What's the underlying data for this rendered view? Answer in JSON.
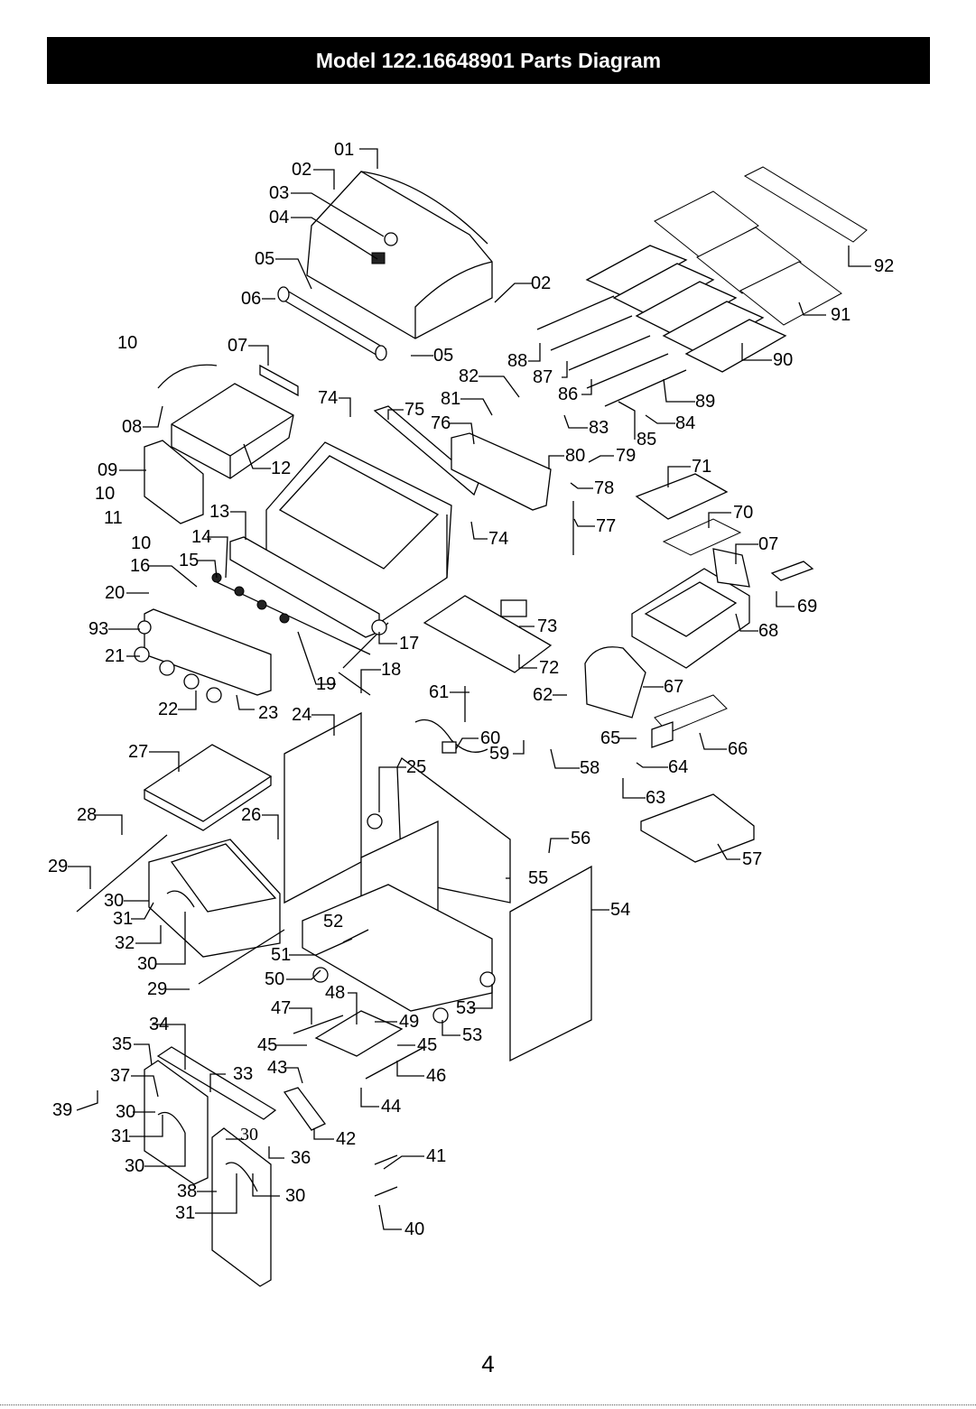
{
  "header": {
    "title": "Model 122.16648901 Parts Diagram"
  },
  "page_number": "4",
  "labels": [
    "01",
    "02",
    "03",
    "04",
    "05",
    "06",
    "02",
    "05",
    "07",
    "08",
    "09",
    "10",
    "10",
    "10",
    "11",
    "12",
    "13",
    "14",
    "15",
    "16",
    "17",
    "18",
    "19",
    "20",
    "93",
    "21",
    "22",
    "23",
    "24",
    "25",
    "26",
    "27",
    "28",
    "29",
    "29",
    "30",
    "31",
    "32",
    "30",
    "33",
    "34",
    "35",
    "36",
    "37",
    "30",
    "31",
    "30",
    "38",
    "31",
    "30",
    "39",
    "40",
    "41",
    "42",
    "43",
    "44",
    "45",
    "45",
    "46",
    "47",
    "48",
    "49",
    "50",
    "51",
    "52",
    "53",
    "53",
    "54",
    "55",
    "56",
    "57",
    "58",
    "59",
    "60",
    "61",
    "62",
    "63",
    "64",
    "65",
    "66",
    "67",
    "68",
    "69",
    "70",
    "71",
    "07",
    "72",
    "73",
    "74",
    "74",
    "75",
    "76",
    "77",
    "78",
    "79",
    "80",
    "81",
    "82",
    "83",
    "84",
    "85",
    "86",
    "87",
    "88",
    "89",
    "90",
    "91",
    "92",
    "30"
  ]
}
